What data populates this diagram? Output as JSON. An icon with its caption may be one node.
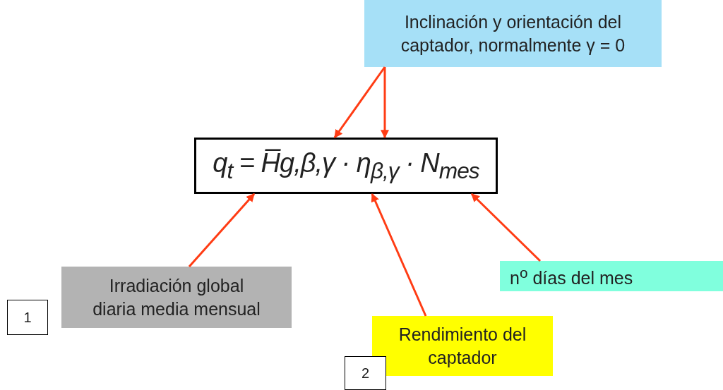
{
  "diagram": {
    "nodes": [
      {
        "text": [
          "Inclinación y orientación del captador, normalmente γ = 0"
        ]
      },
      {
        "text": [
          "q$_{t}$ = H̅g,β,γ · η$_{β,γ}$ · N$_{mes}$"
        ]
      },
      {
        "text": [
          "n$^{o}$ días del mes"
        ]
      },
      {
        "text": [
          "Irradiación global diaria media mensual"
        ]
      },
      {
        "text": [
          "1"
        ]
      },
      {
        "text": [
          "Rendimiento del captador"
        ]
      },
      {
        "text": [
          "2"
        ]
      }
    ],
    "edges": [
      {
        "from": 0,
        "to": 1,
        "arrow": "to"
      },
      {
        "from": 0,
        "to": 1,
        "arrow": "to"
      },
      {
        "from": 2,
        "to": 1,
        "arrow": "to"
      },
      {
        "from": 5,
        "to": 1,
        "arrow": "to"
      },
      {
        "from": 3,
        "to": 1,
        "arrow": "to"
      }
    ]
  }
}
